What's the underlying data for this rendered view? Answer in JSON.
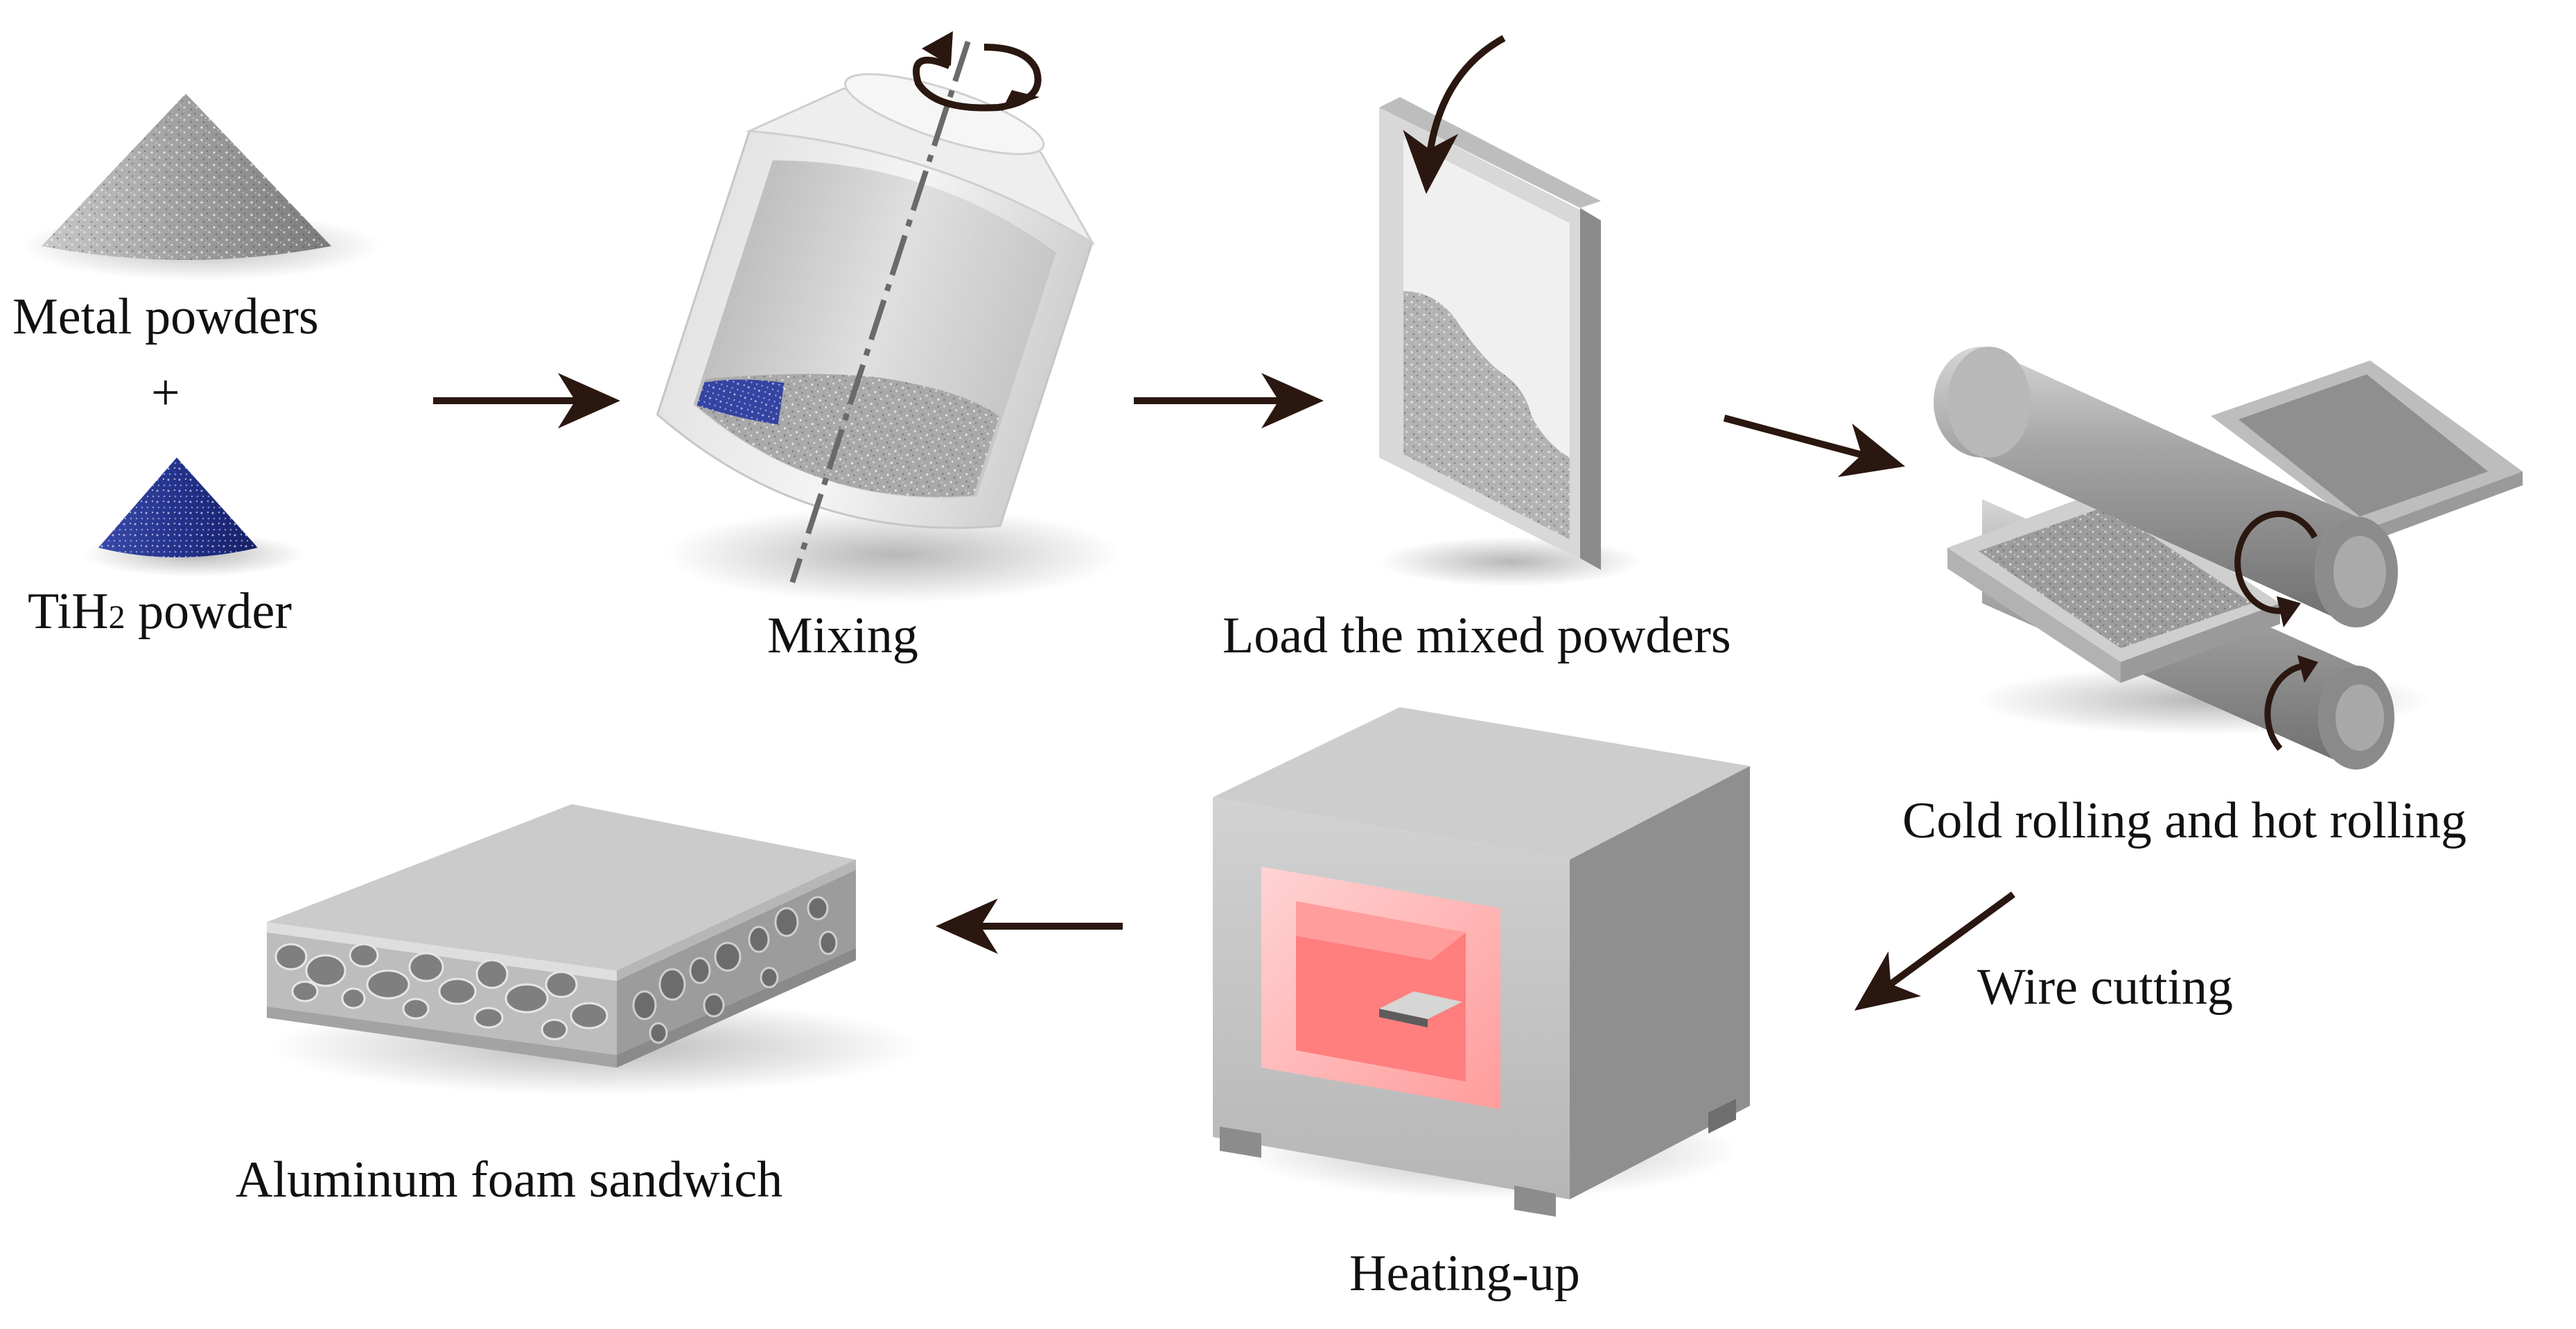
{
  "labels": {
    "metal_powders": "Metal powders",
    "plus": "+",
    "tih2_prefix": "TiH",
    "tih2_subscript": "2",
    "tih2_suffix": " powder",
    "mixing": "Mixing",
    "load": "Load the mixed powders",
    "rolling": "Cold rolling and hot rolling",
    "wire_cutting": "Wire cutting",
    "heating": "Heating-up",
    "sandwich": "Aluminum foam sandwich"
  },
  "colors": {
    "arrow": "#2a1710",
    "metal_powder": "#9a9a9a",
    "tih2_powder": "#2a3a8c",
    "furnace_glow": "#ff8a8a",
    "steel": "#a8a8a8"
  }
}
